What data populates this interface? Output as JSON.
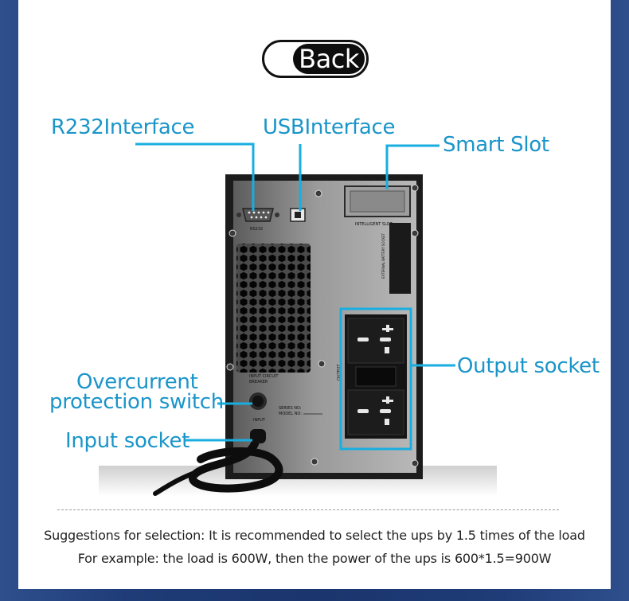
{
  "back_button": {
    "label": "Back"
  },
  "annotations": {
    "r232": "R232Interface",
    "usb": "USBInterface",
    "smart_slot": "Smart Slot",
    "output_socket": "Output socket",
    "overcurrent_line1": "Overcurrent",
    "overcurrent_line2": "protection switch",
    "input_socket": "Input socket"
  },
  "device_labels": {
    "rs232": "RS232",
    "intelligent_slot": "INTELLIGENT SLOT",
    "external_battery": "EXTERNAL BATTERY SOCKET",
    "input_breaker_1": "INPUT CIRCUIT",
    "input_breaker_2": "BREAKER",
    "input": "INPUT",
    "series_no": "SERIES NO:",
    "model_no": "MODEL NO:",
    "output": "OUTPUT"
  },
  "footer": {
    "line1": "Suggestions for selection: It is recommended to select the ups by 1.5 times of the load",
    "line2": "For example: the load is 600W, then the power of the ups is 600*1.5=900W"
  },
  "colors": {
    "accent": "#19aee0",
    "label_text": "#1a95c9",
    "background": "#1b356d"
  }
}
